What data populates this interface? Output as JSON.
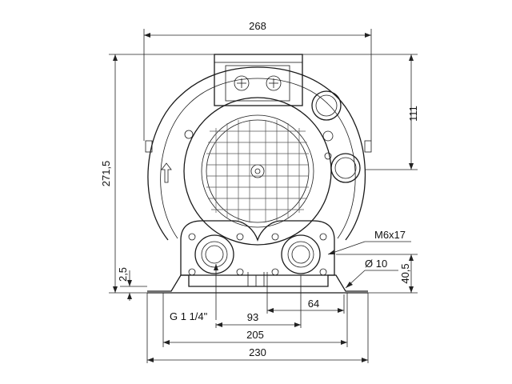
{
  "dimensions": {
    "top_width": "268",
    "height_left": "271,5",
    "height_right_upper": "111",
    "base_small": "2,5",
    "base_right": "40,5",
    "thread": "M6x17",
    "hole": "Ø 10",
    "port": "G 1 1/4\"",
    "d93": "93",
    "d64": "64",
    "d205": "205",
    "d230": "230"
  },
  "colors": {
    "line": "#1a1a1a",
    "background": "#ffffff"
  }
}
